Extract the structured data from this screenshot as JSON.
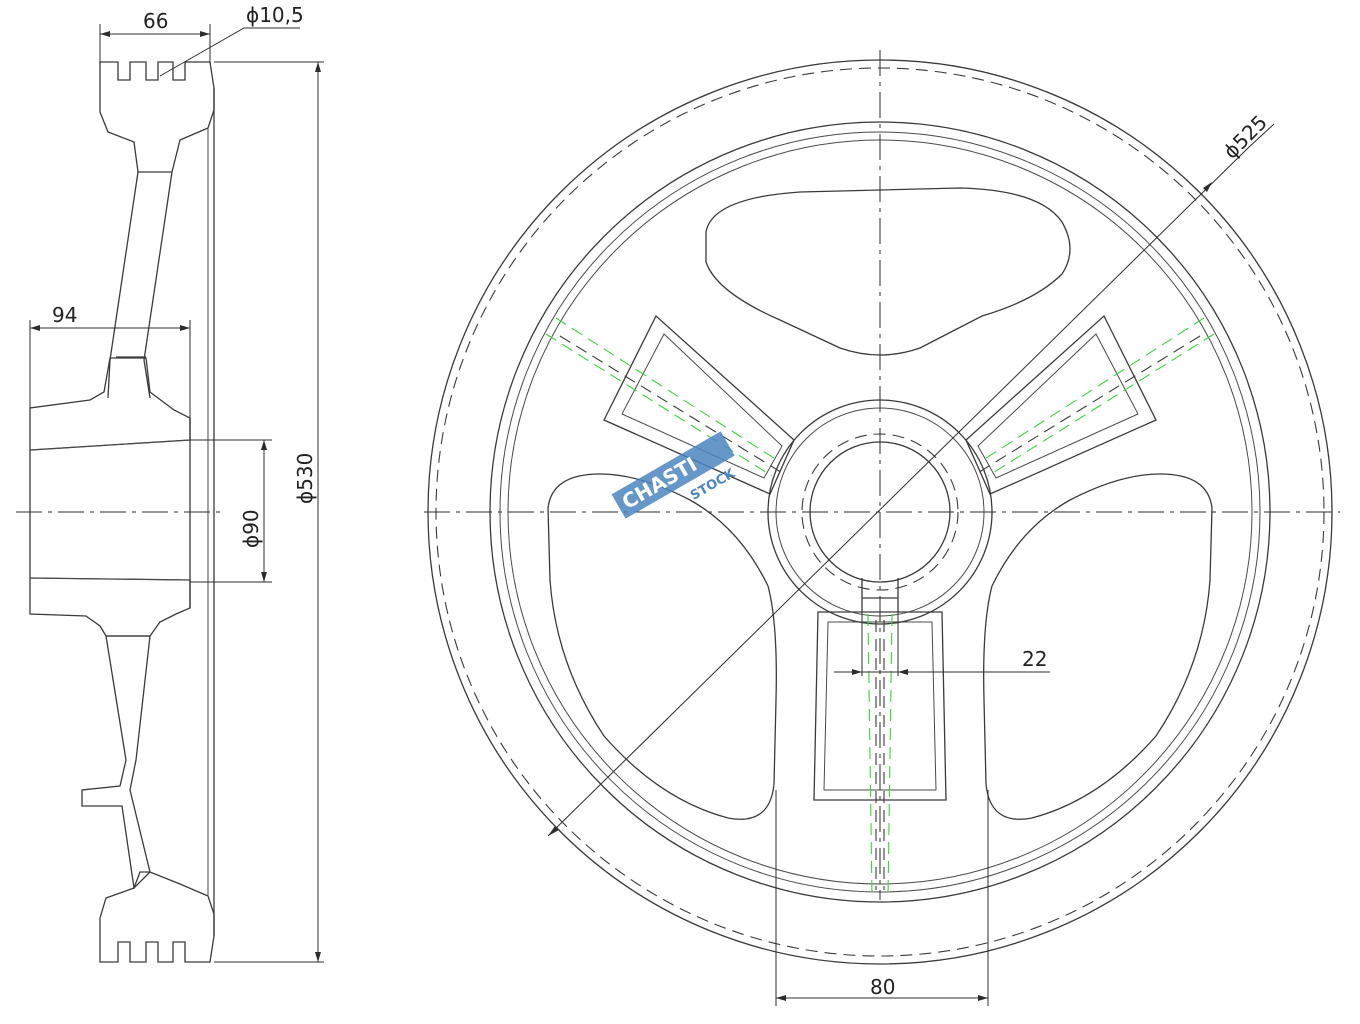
{
  "labels": {
    "dim_width": "66",
    "dim_hole": "ϕ10,5",
    "dim_hub": "94",
    "dim_bore": "ϕ90",
    "dim_outer": "ϕ530",
    "dim_track": "ϕ525",
    "dim_key": "22",
    "dim_spoke": "80"
  },
  "watermark": {
    "brand": "CHASTI",
    "sub": "STOCK"
  },
  "colors": {
    "line": "#3a3a3a",
    "construction": "#3cd23c",
    "watermark": "#4a86c0"
  }
}
